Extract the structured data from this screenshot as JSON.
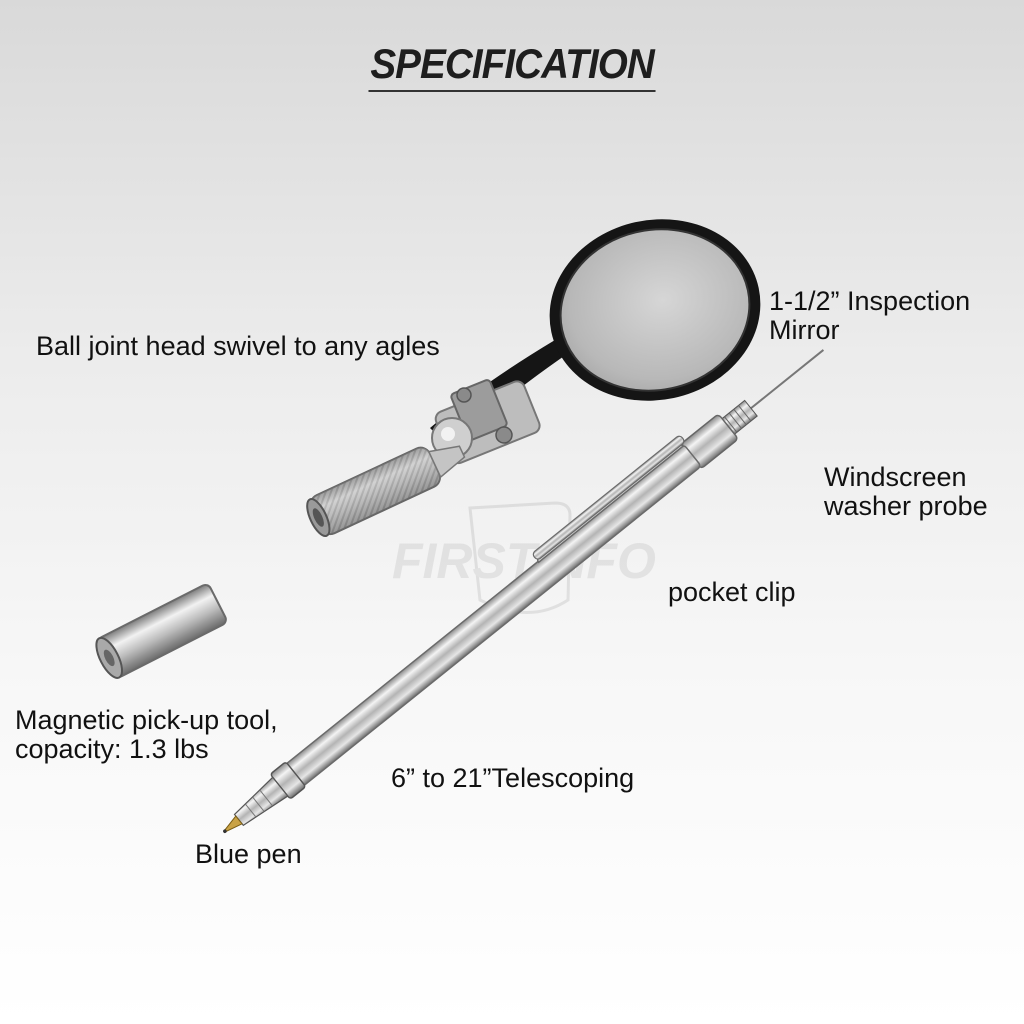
{
  "title": "SPECIFICATION",
  "watermark": "FIRSTINFO",
  "labels": {
    "mirror_line1": "1-1/2” Inspection",
    "mirror_line2": "Mirror",
    "ball_joint": "Ball joint head swivel to any agles",
    "probe_line1": "Windscreen",
    "probe_line2": "washer probe",
    "pocket_clip": "pocket clip",
    "magnetic_line1": "Magnetic pick-up tool,",
    "magnetic_line2": "copacity: 1.3 lbs",
    "telescoping": "6” to 21”Telescoping",
    "blue_pen": "Blue pen"
  },
  "colors": {
    "title": "#1e1e1e",
    "text": "#111111",
    "mirror_frame": "#151515",
    "metal": "#c8c8c8"
  }
}
